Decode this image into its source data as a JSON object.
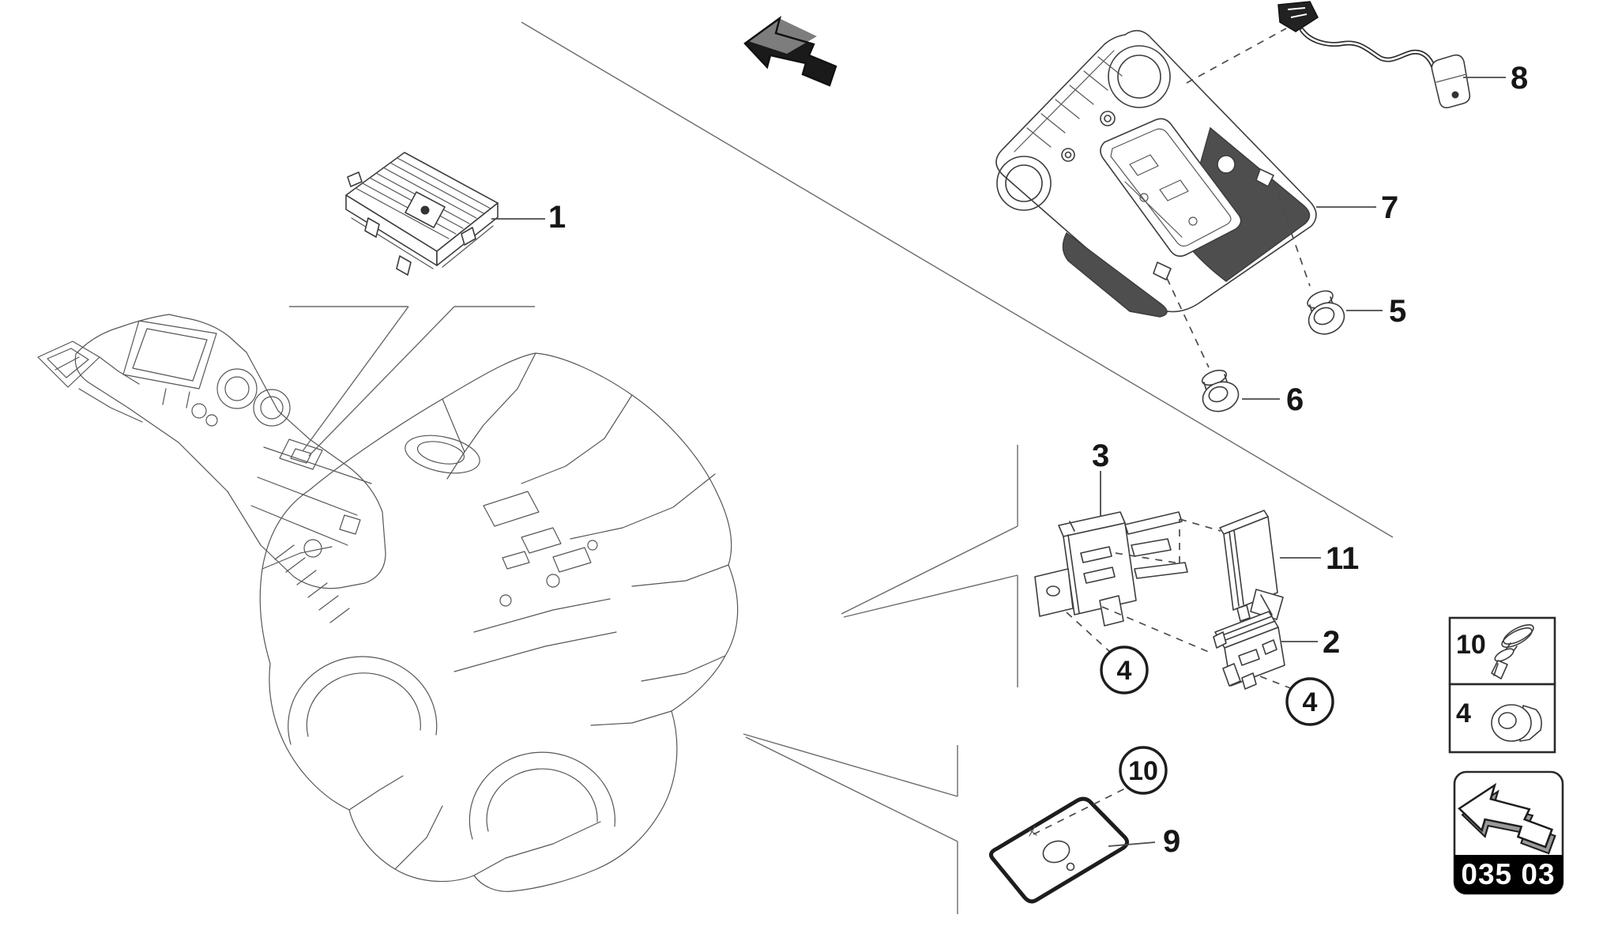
{
  "page": {
    "background": "#ffffff",
    "line_color": "#3d3d3d",
    "label_color": "#161616",
    "pad_fill": "#4e4e4e",
    "arrow_fill": "#1a1a1a"
  },
  "labels": {
    "part1": "1",
    "part2": "2",
    "part3": "3",
    "part5": "5",
    "part6": "6",
    "part7": "7",
    "part8": "8",
    "part9": "9",
    "part11": "11",
    "fastener4_left": "4",
    "fastener4_right": "4",
    "fastener10": "10"
  },
  "legend": {
    "rows": [
      {
        "number": "10",
        "icon": "push-rivet-icon"
      },
      {
        "number": "4",
        "icon": "grommet-nut-icon"
      }
    ]
  },
  "nav": {
    "section_code": "035 03",
    "icon": "back-arrow-icon"
  },
  "direction_arrow_icon": "direction-arrow-up-left"
}
